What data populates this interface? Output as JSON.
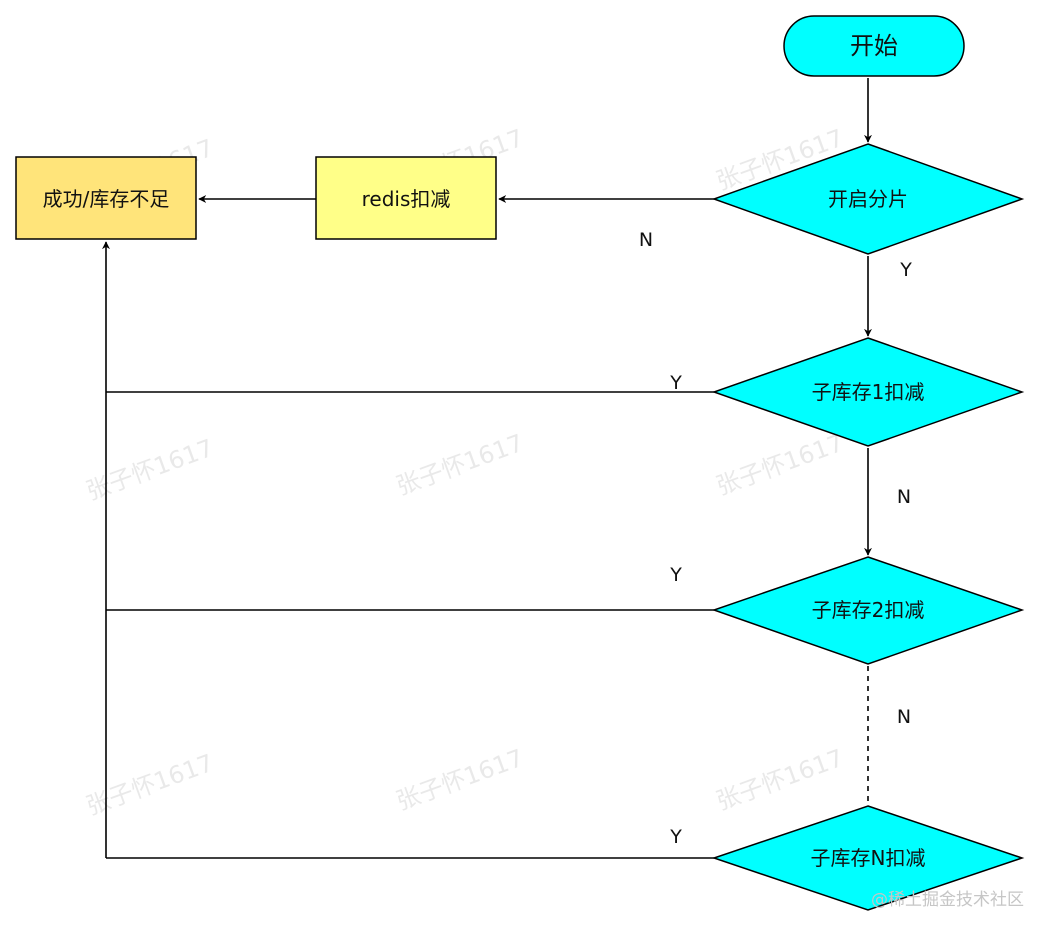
{
  "nodes": {
    "start": "开始",
    "sharding_check": "开启分片",
    "redis_deduct": "redis扣减",
    "result": "成功/库存不足",
    "sub1": "子库存1扣减",
    "sub2": "子库存2扣减",
    "subN": "子库存N扣减"
  },
  "edge_labels": {
    "sharding_no": "N",
    "sharding_yes": "Y",
    "sub1_yes": "Y",
    "sub1_no": "N",
    "sub2_yes": "Y",
    "sub2_no": "N",
    "subN_yes": "Y"
  },
  "watermark": "张子怀1617",
  "credit": "@稀土掘金技术社区",
  "colors": {
    "terminal_fill": "#00ffff",
    "decision_fill": "#00ffff",
    "process_fill": "#ffff88",
    "result_fill": "#ffe47a",
    "stroke": "#000000"
  }
}
